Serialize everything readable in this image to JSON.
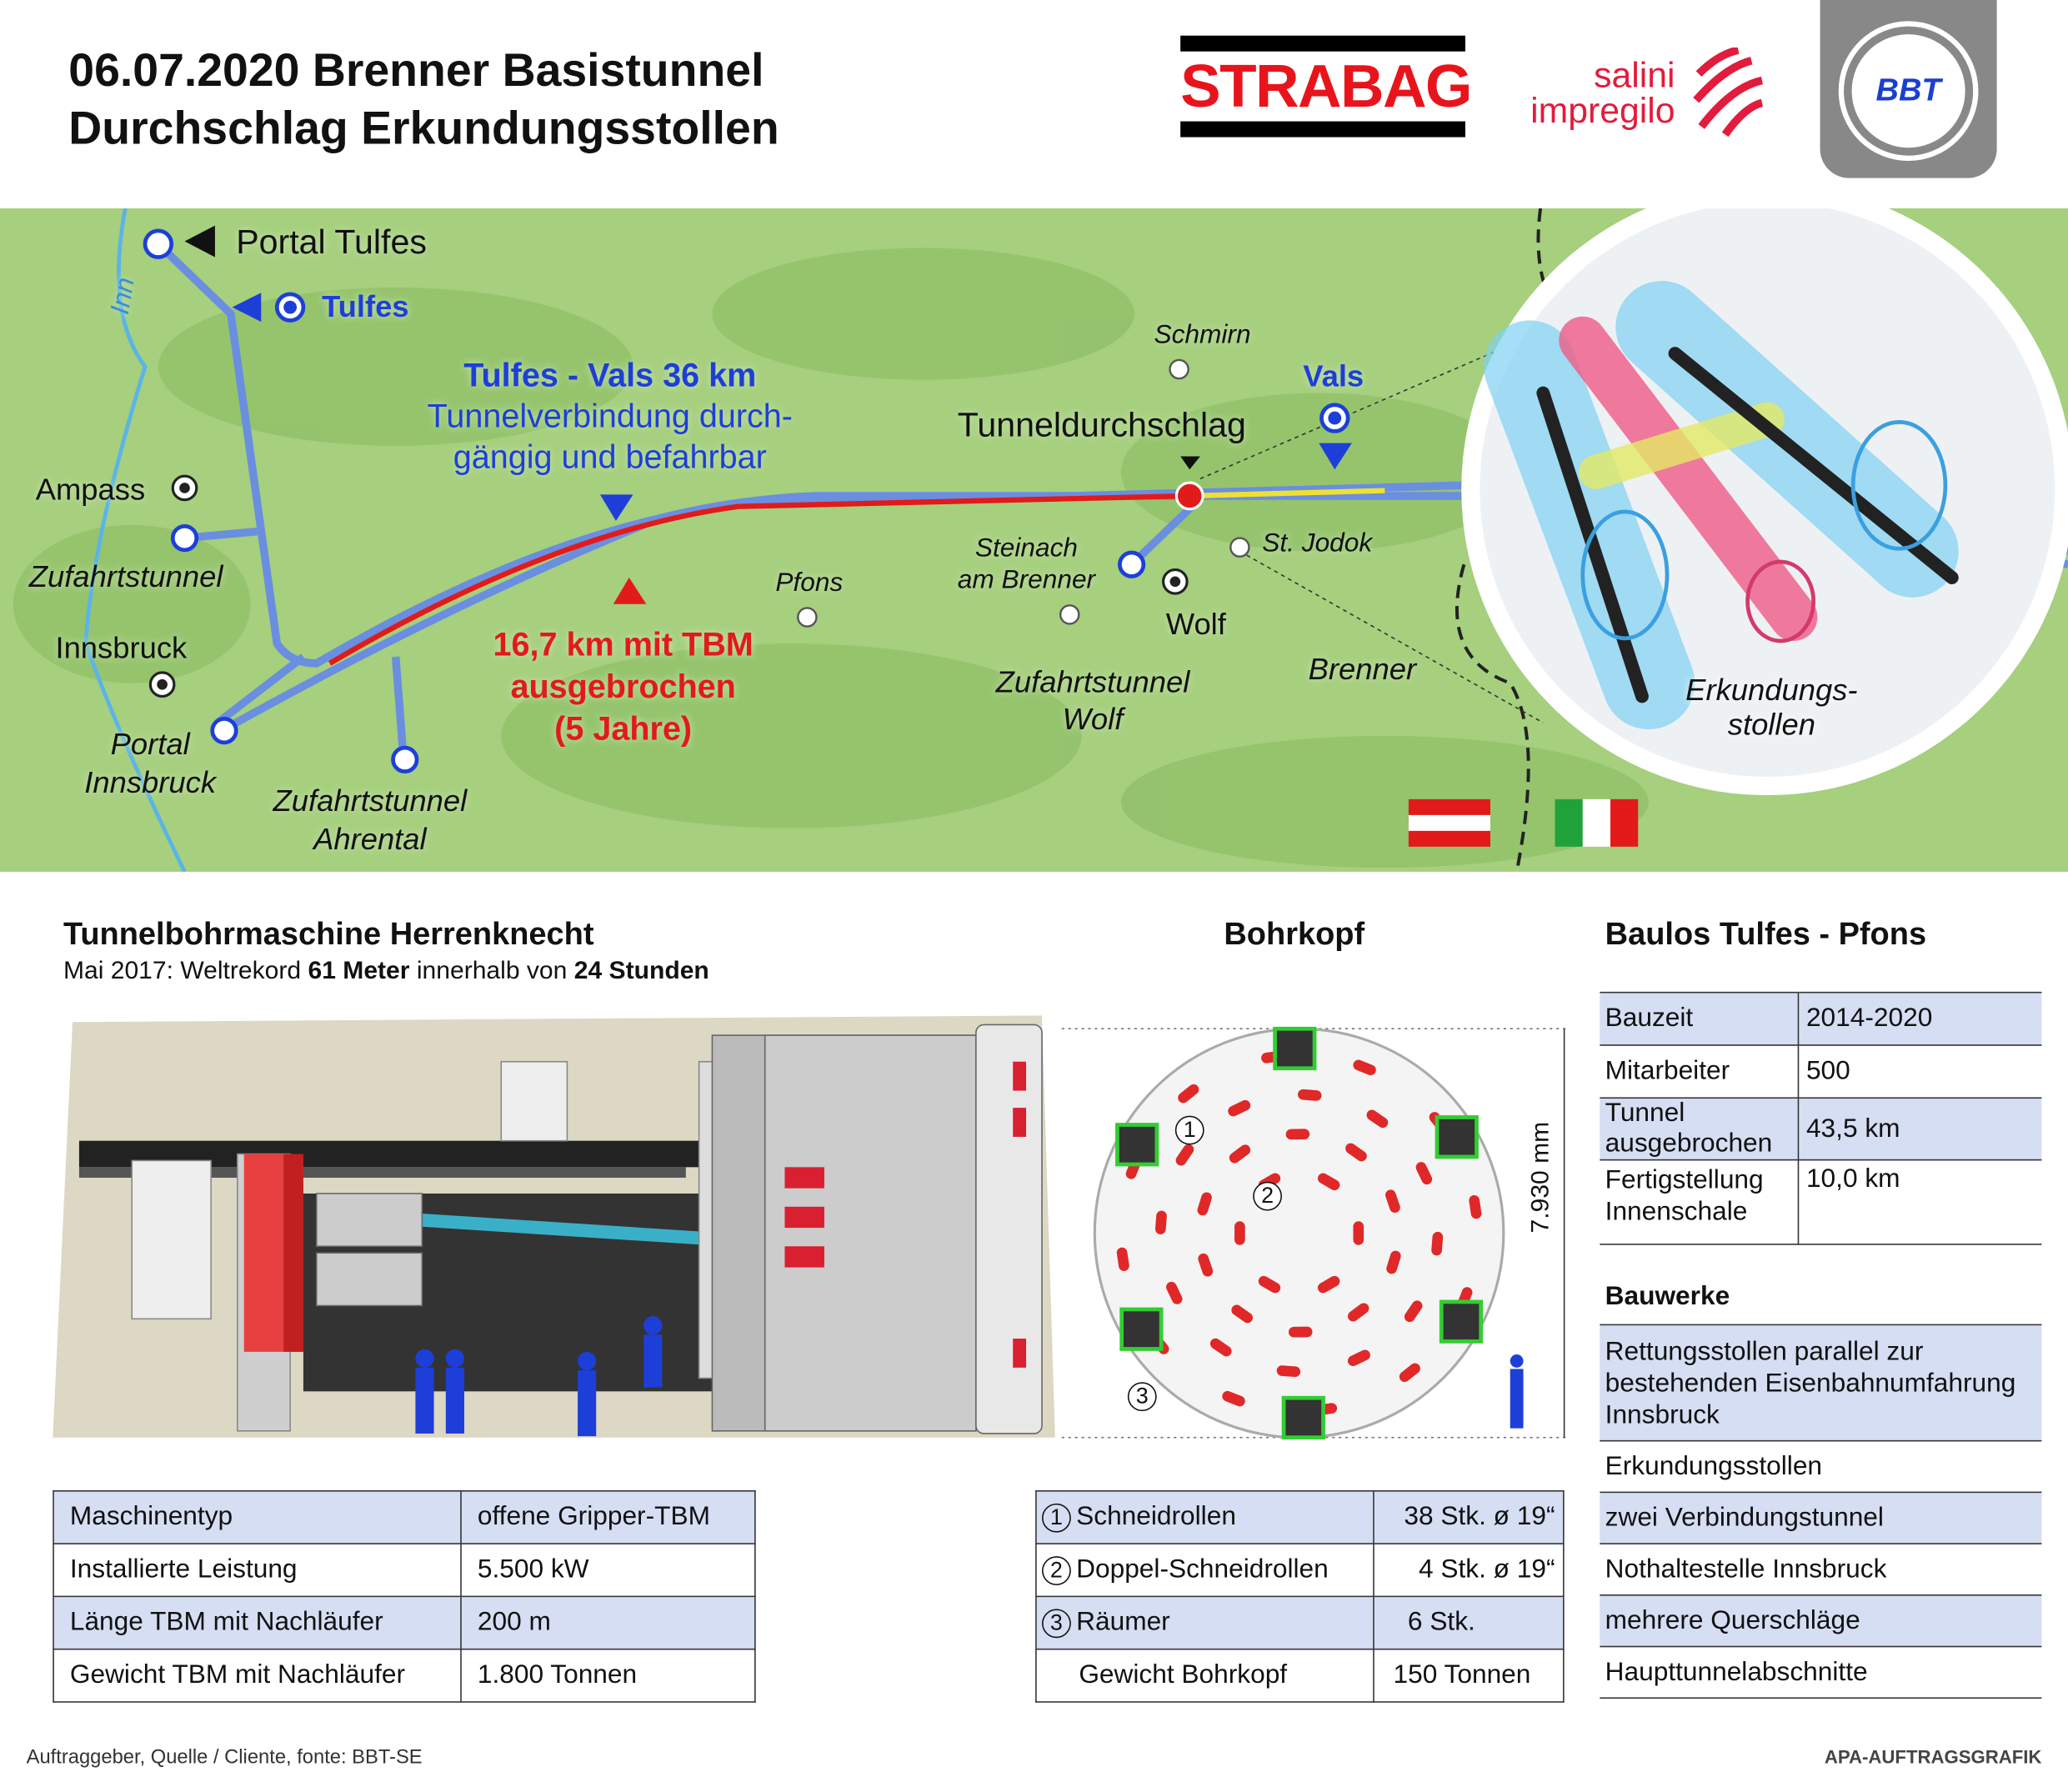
{
  "header": {
    "title_line1": "06.07.2020 Brenner Basistunnel",
    "title_line2": "Durchschlag  Erkundungsstollen"
  },
  "logos": {
    "strabag": "STRABAG",
    "salini_1": "salini",
    "salini_2": "impregilo",
    "bbt": "BBT"
  },
  "map": {
    "portal_tulfes": "Portal Tulfes",
    "tulfes": "Tulfes",
    "inn": "Inn",
    "ampass": "Ampass",
    "zufahrtstunnel": "Zufahrtstunnel",
    "innsbruck": "Innsbruck",
    "portal_innsbruck_1": "Portal",
    "portal_innsbruck_2": "Innsbruck",
    "ahrental_1": "Zufahrtstunnel",
    "ahrental_2": "Ahrental",
    "headline": "Tulfes - Vals 36 km",
    "sub1": "Tunnelverbindung durch-",
    "sub2": "gängig und befahrbar",
    "tbm1": "16,7 km mit TBM",
    "tbm2": "ausgebrochen",
    "tbm3": "(5 Jahre)",
    "pfons": "Pfons",
    "steinach_1": "Steinach",
    "steinach_2": "am Brenner",
    "schmirn": "Schmirn",
    "vals": "Vals",
    "durchschlag": "Tunneldurchschlag",
    "st_jodok": "St. Jodok",
    "wolf": "Wolf",
    "zwolf_1": "Zufahrtstunnel",
    "zwolf_2": "Wolf",
    "brenner": "Brenner",
    "erk_1": "Erkundungs-",
    "erk_2": "stollen"
  },
  "tbm": {
    "title": "Tunnelbohrmaschine Herrenknecht",
    "sub_pre": "Mai 2017: Weltrekord ",
    "sub_b1": "61 Meter",
    "sub_mid": " innerhalb von ",
    "sub_b2": "24 Stunden",
    "rows": [
      [
        "Maschinentyp",
        "offene Gripper-TBM"
      ],
      [
        "Installierte Leistung",
        "5.500 kW"
      ],
      [
        "Länge TBM mit Nachläufer",
        "200 m"
      ],
      [
        "Gewicht TBM mit Nachläufer",
        "1.800 Tonnen"
      ]
    ]
  },
  "bohrkopf": {
    "title": "Bohrkopf",
    "dimension": "7.930 mm",
    "markers": [
      "1",
      "2",
      "3"
    ],
    "rows": [
      [
        "1",
        "Schneidrollen",
        "38 Stk. ø 19“"
      ],
      [
        "2",
        "Doppel-Schneidrollen",
        "4 Stk. ø 19“"
      ],
      [
        "3",
        "Räumer",
        "6 Stk."
      ],
      [
        "",
        "Gewicht Bohrkopf",
        "150 Tonnen"
      ]
    ]
  },
  "baulos": {
    "title": "Baulos Tulfes - Pfons",
    "rows": [
      [
        "Bauzeit",
        "2014-2020"
      ],
      [
        "Mitarbeiter",
        "500"
      ],
      [
        "Tunnel ausgebrochen",
        "43,5 km"
      ],
      [
        "Fertigstellung Innenschale",
        "10,0 km"
      ]
    ],
    "bauwerke_title": "Bauwerke",
    "bauwerke": [
      "Rettungsstollen parallel zur bestehenden Eisenbahnumfahrung Innsbruck",
      "Erkundungsstollen",
      "zwei Verbindungstunnel",
      "Nothaltestelle Innsbruck",
      "mehrere Querschläge",
      "Haupttunnelabschnitte"
    ]
  },
  "footer": {
    "source": "Auftraggeber, Quelle / Cliente, fonte: BBT-SE",
    "credit": "APA-AUFTRAGSGRAFIK"
  },
  "colors": {
    "map_green": "#a6cf7e",
    "tunnel_blue": "#6a8ee0",
    "tbm_red": "#e21a1a",
    "table_blue": "#d5def3"
  }
}
